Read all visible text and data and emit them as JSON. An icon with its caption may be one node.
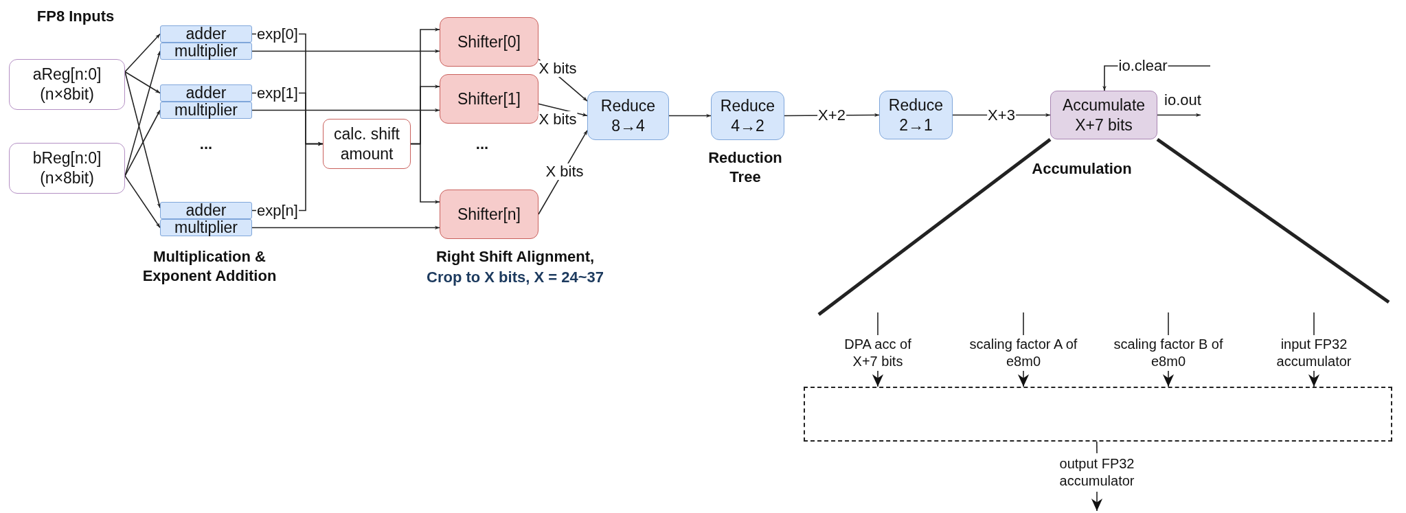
{
  "diagram": {
    "nodes": [
      {
        "text": [
          "aReg[n:0] (n×8bit)"
        ]
      },
      {
        "text": [
          "bReg[n:0] (n×8bit)"
        ]
      },
      {
        "text": [
          "adder"
        ]
      },
      {
        "text": [
          "multiplier"
        ]
      },
      {
        "text": [
          "adder"
        ]
      },
      {
        "text": [
          "multiplier"
        ]
      },
      {
        "text": [
          "adder"
        ]
      },
      {
        "text": [
          "multiplier"
        ]
      },
      {
        "text": [
          "calc. shift amount"
        ]
      },
      {
        "text": [
          "Shifter[0]"
        ]
      },
      {
        "text": [
          "Shifter[1]"
        ]
      },
      {
        "text": [
          "Shifter[n]"
        ]
      },
      {
        "text": [
          "Reduce 8→4"
        ]
      },
      {
        "text": [
          "Reduce 4→2"
        ]
      },
      {
        "text": [
          "Reduce 2→1"
        ]
      },
      {
        "text": [
          "Accumulate X+7 bits"
        ]
      },
      {
        "text": [
          "DPA acc of X+7 bits"
        ]
      },
      {
        "text": [
          "scaling factor A of e8m0"
        ]
      },
      {
        "text": [
          "scaling factor B of e8m0"
        ]
      },
      {
        "text": [
          "input FP32 accumulator"
        ]
      },
      {
        "text": [],
        "shape": "box"
      },
      {
        "text": [
          "output FP32 accumulator"
        ]
      }
    ],
    "edges": [
      {
        "from": 0,
        "to": 2,
        "arrow": "to"
      },
      {
        "from": 0,
        "to": 4,
        "arrow": "to"
      },
      {
        "from": 0,
        "to": 6,
        "arrow": "to"
      },
      {
        "from": 1,
        "to": 3,
        "arrow": "to"
      },
      {
        "from": 1,
        "to": 5,
        "arrow": "to"
      },
      {
        "from": 1,
        "to": 7,
        "arrow": "to"
      },
      {
        "from": 2,
        "to": 8,
        "arrow": "to",
        "label": "exp[0]"
      },
      {
        "from": 4,
        "to": 8,
        "arrow": "to",
        "label": "exp[1]"
      },
      {
        "from": 6,
        "to": 8,
        "arrow": "to",
        "label": "exp[n]"
      },
      {
        "from": 3,
        "to": 9,
        "arrow": "to"
      },
      {
        "from": 5,
        "to": 10,
        "arrow": "to"
      },
      {
        "from": 7,
        "to": 11,
        "arrow": "to"
      },
      {
        "from": 8,
        "to": 9,
        "arrow": "to"
      },
      {
        "from": 8,
        "to": 10,
        "arrow": "to"
      },
      {
        "from": 8,
        "to": 11,
        "arrow": "to"
      },
      {
        "from": 9,
        "to": 12,
        "arrow": "to",
        "label": "X bits"
      },
      {
        "from": 10,
        "to": 12,
        "arrow": "to",
        "label": "X bits"
      },
      {
        "from": 11,
        "to": 12,
        "arrow": "to",
        "label": "X bits"
      },
      {
        "from": 12,
        "to": 13,
        "arrow": "to"
      },
      {
        "from": 13,
        "to": 14,
        "arrow": "to",
        "label": "X+2"
      },
      {
        "from": 14,
        "to": 15,
        "arrow": "to",
        "label": "X+3"
      },
      {
        "from": null,
        "to": 15,
        "arrow": "to",
        "label": "io.clear"
      },
      {
        "from": 15,
        "to": null,
        "arrow": "to",
        "label": "io.out"
      },
      {
        "from": 15,
        "to": null,
        "arrow": "none",
        "style": "thick"
      },
      {
        "from": 15,
        "to": null,
        "arrow": "none",
        "style": "thick"
      },
      {
        "from": null,
        "to": 16,
        "arrow": "none"
      },
      {
        "from": null,
        "to": 17,
        "arrow": "none"
      },
      {
        "from": null,
        "to": 18,
        "arrow": "none"
      },
      {
        "from": null,
        "to": 19,
        "arrow": "none"
      },
      {
        "from": 16,
        "to": 20,
        "arrow": "to"
      },
      {
        "from": 17,
        "to": 20,
        "arrow": "to"
      },
      {
        "from": 18,
        "to": 20,
        "arrow": "to"
      },
      {
        "from": 19,
        "to": 20,
        "arrow": "to"
      },
      {
        "from": 20,
        "to": 21,
        "arrow": "none"
      },
      {
        "from": 21,
        "to": null,
        "arrow": "to"
      }
    ],
    "labels": [
      "FP8 Inputs",
      "...",
      "...",
      "Multiplication & Exponent Addition",
      "Right Shift Alignment,",
      "Crop to X bits, X = 24~37",
      "Reduction Tree",
      "Accumulation"
    ]
  }
}
